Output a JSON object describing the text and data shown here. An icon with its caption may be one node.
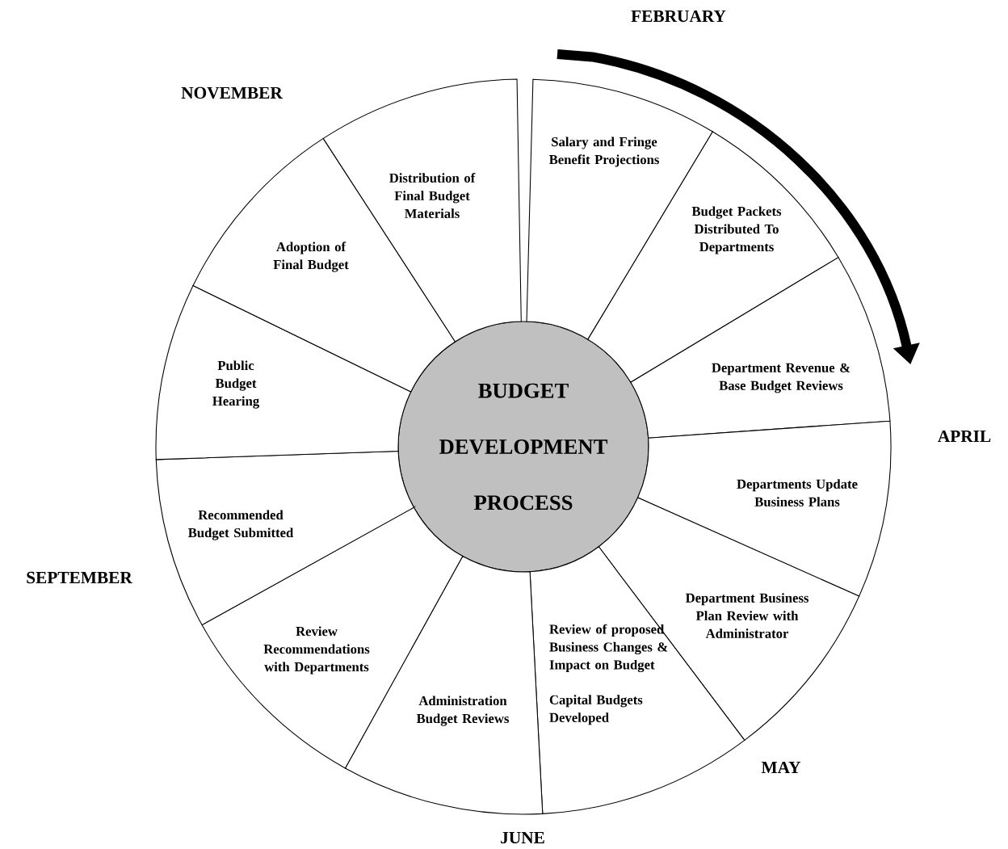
{
  "diagram": {
    "nodes": [
      {
        "text": [
          "BUDGET DEVELOPMENT PROCESS"
        ]
      },
      {
        "text": [
          "Salary and Fringe Benefit Projections"
        ]
      },
      {
        "text": [
          "Budget Packets Distributed To Departments"
        ]
      },
      {
        "text": [
          "Department Revenue & Base Budget Reviews"
        ]
      },
      {
        "text": [
          "Departments Update Business Plans"
        ]
      },
      {
        "text": [
          "Department Business Plan Review with Administrator"
        ]
      },
      {
        "text": [
          "Review of proposed Business Changes & Impact on Budget",
          "Capital Budgets Developed"
        ]
      },
      {
        "text": [
          "Administration Budget Reviews"
        ]
      },
      {
        "text": [
          "Review Recommendations with Departments"
        ]
      },
      {
        "text": [
          "Recommended Budget Submitted"
        ]
      },
      {
        "text": [
          "Public Budget Hearing"
        ]
      },
      {
        "text": [
          "Adoption of Final Budget"
        ]
      },
      {
        "text": [
          "Distribution of Final Budget Materials"
        ]
      }
    ],
    "labels": [
      "FEBRUARY",
      "NOVEMBER",
      "APRIL",
      "SEPTEMBER",
      "MAY",
      "JUNE"
    ]
  }
}
